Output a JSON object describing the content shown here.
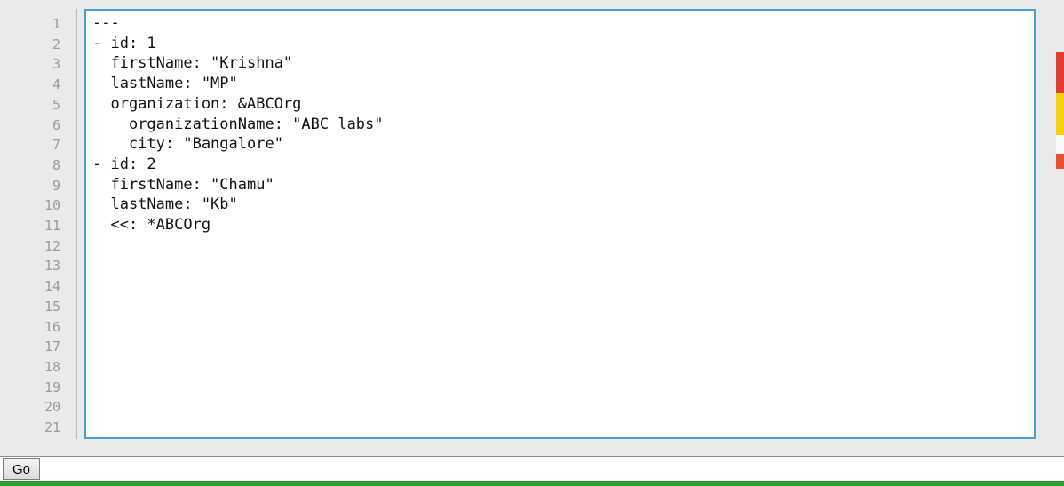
{
  "editor": {
    "line_numbers": [
      "1",
      "2",
      "3",
      "4",
      "5",
      "6",
      "7",
      "8",
      "9",
      "10",
      "11",
      "12",
      "13",
      "14",
      "15",
      "16",
      "17",
      "18",
      "19",
      "20",
      "21"
    ],
    "code_lines": [
      "---",
      "- id: 1",
      "  firstName: \"Krishna\"",
      "  lastName: \"MP\"",
      "  organization: &ABCOrg",
      "    organizationName: \"ABC labs\"",
      "    city: \"Bangalore\"",
      "- id: 2",
      "  firstName: \"Chamu\"",
      "  lastName: \"Kb\"",
      "  <<: *ABCOrg"
    ]
  },
  "toolbar": {
    "go_label": "Go"
  },
  "colors": {
    "editor_border": "#4f9ccf",
    "line_number": "#9a9a9a",
    "page_background": "#eaeaec",
    "bottom_bar_green": "#2da12b",
    "edge_strip": [
      "#e23d2e",
      "#f5d20e",
      "#fafafa",
      "#e8502e"
    ]
  }
}
